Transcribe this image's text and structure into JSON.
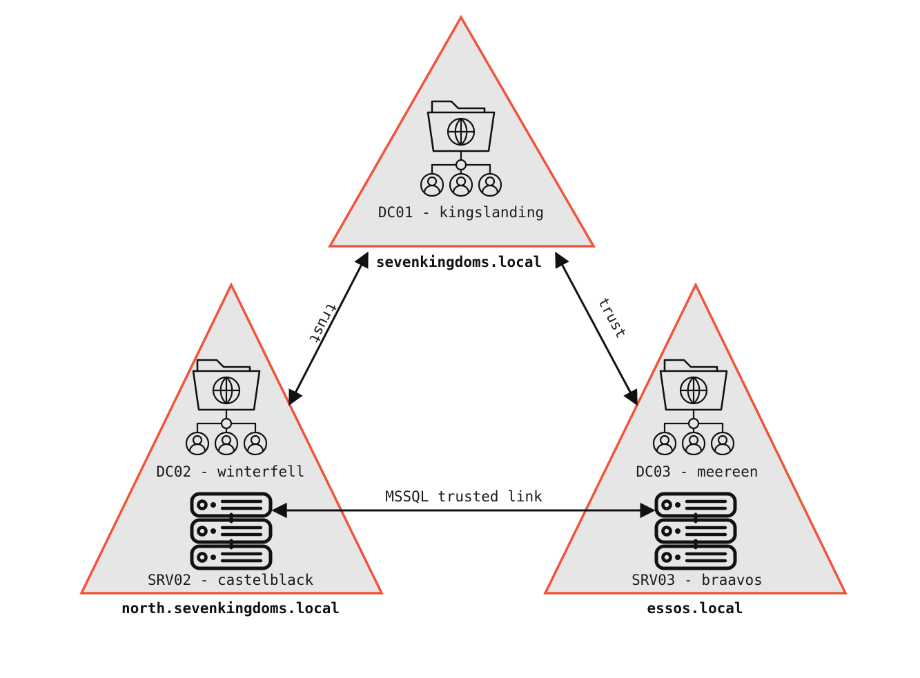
{
  "diagram": {
    "title": "Active Directory forest trust diagram",
    "background_color": "#ffffff",
    "triangle_fill": "#e6e6e6",
    "triangle_stroke": "#f0553a",
    "line_color": "#111111"
  },
  "domains": [
    {
      "id": "sevenkingdoms",
      "name": "sevenkingdoms.local",
      "position": "top",
      "nodes": [
        {
          "id": "dc01",
          "label": "DC01 - kingslanding",
          "icon": "domain-controller-icon"
        }
      ]
    },
    {
      "id": "north",
      "name": "north.sevenkingdoms.local",
      "position": "bottom-left",
      "nodes": [
        {
          "id": "dc02",
          "label": "DC02 - winterfell",
          "icon": "domain-controller-icon"
        },
        {
          "id": "srv02",
          "label": "SRV02 - castelblack",
          "icon": "server-icon"
        }
      ]
    },
    {
      "id": "essos",
      "name": "essos.local",
      "position": "bottom-right",
      "nodes": [
        {
          "id": "dc03",
          "label": "DC03 - meereen",
          "icon": "domain-controller-icon"
        },
        {
          "id": "srv03",
          "label": "SRV03 - braavos",
          "icon": "server-icon"
        }
      ]
    }
  ],
  "edges": [
    {
      "id": "trust-left",
      "label": "trust",
      "from": "north",
      "to": "sevenkingdoms",
      "direction": "bidirectional"
    },
    {
      "id": "trust-right",
      "label": "trust",
      "from": "essos",
      "to": "sevenkingdoms",
      "direction": "bidirectional"
    },
    {
      "id": "mssql-link",
      "label": "MSSQL trusted link",
      "from": "srv02",
      "to": "srv03",
      "direction": "bidirectional"
    }
  ]
}
